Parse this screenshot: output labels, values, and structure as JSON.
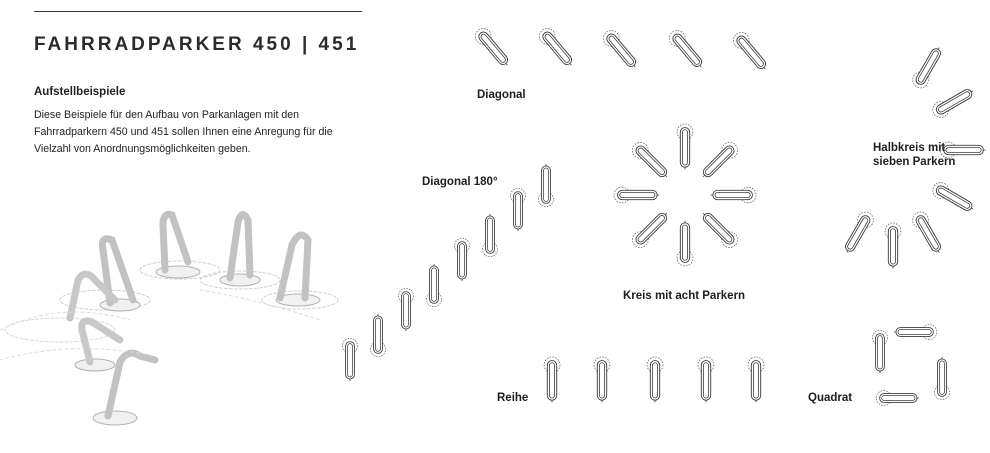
{
  "header": {
    "title": "FAHRRADPARKER 450 | 451",
    "subtitle": "Aufstellbeispiele",
    "description": "Diese Beispiele für den Aufbau von Parkanlagen mit den Fahrradparkern 450 und 451 sollen Ihnen eine Anregung für die Vielzahl von Anordnungsmöglichkeiten geben."
  },
  "labels": {
    "diagonal": "Diagonal",
    "diagonal_180": "Diagonal 180°",
    "halbkreis": "Halbkreis mit sieben Parkern",
    "kreis": "Kreis mit acht Parkern",
    "reihe": "Reihe",
    "quadrat": "Quadrat"
  },
  "colors": {
    "text": "#1e1e1e",
    "line_art": "#555555"
  },
  "icons": {
    "parker": "bicycle-parker-icon",
    "illustration": "bicycle-racks-illustration"
  }
}
